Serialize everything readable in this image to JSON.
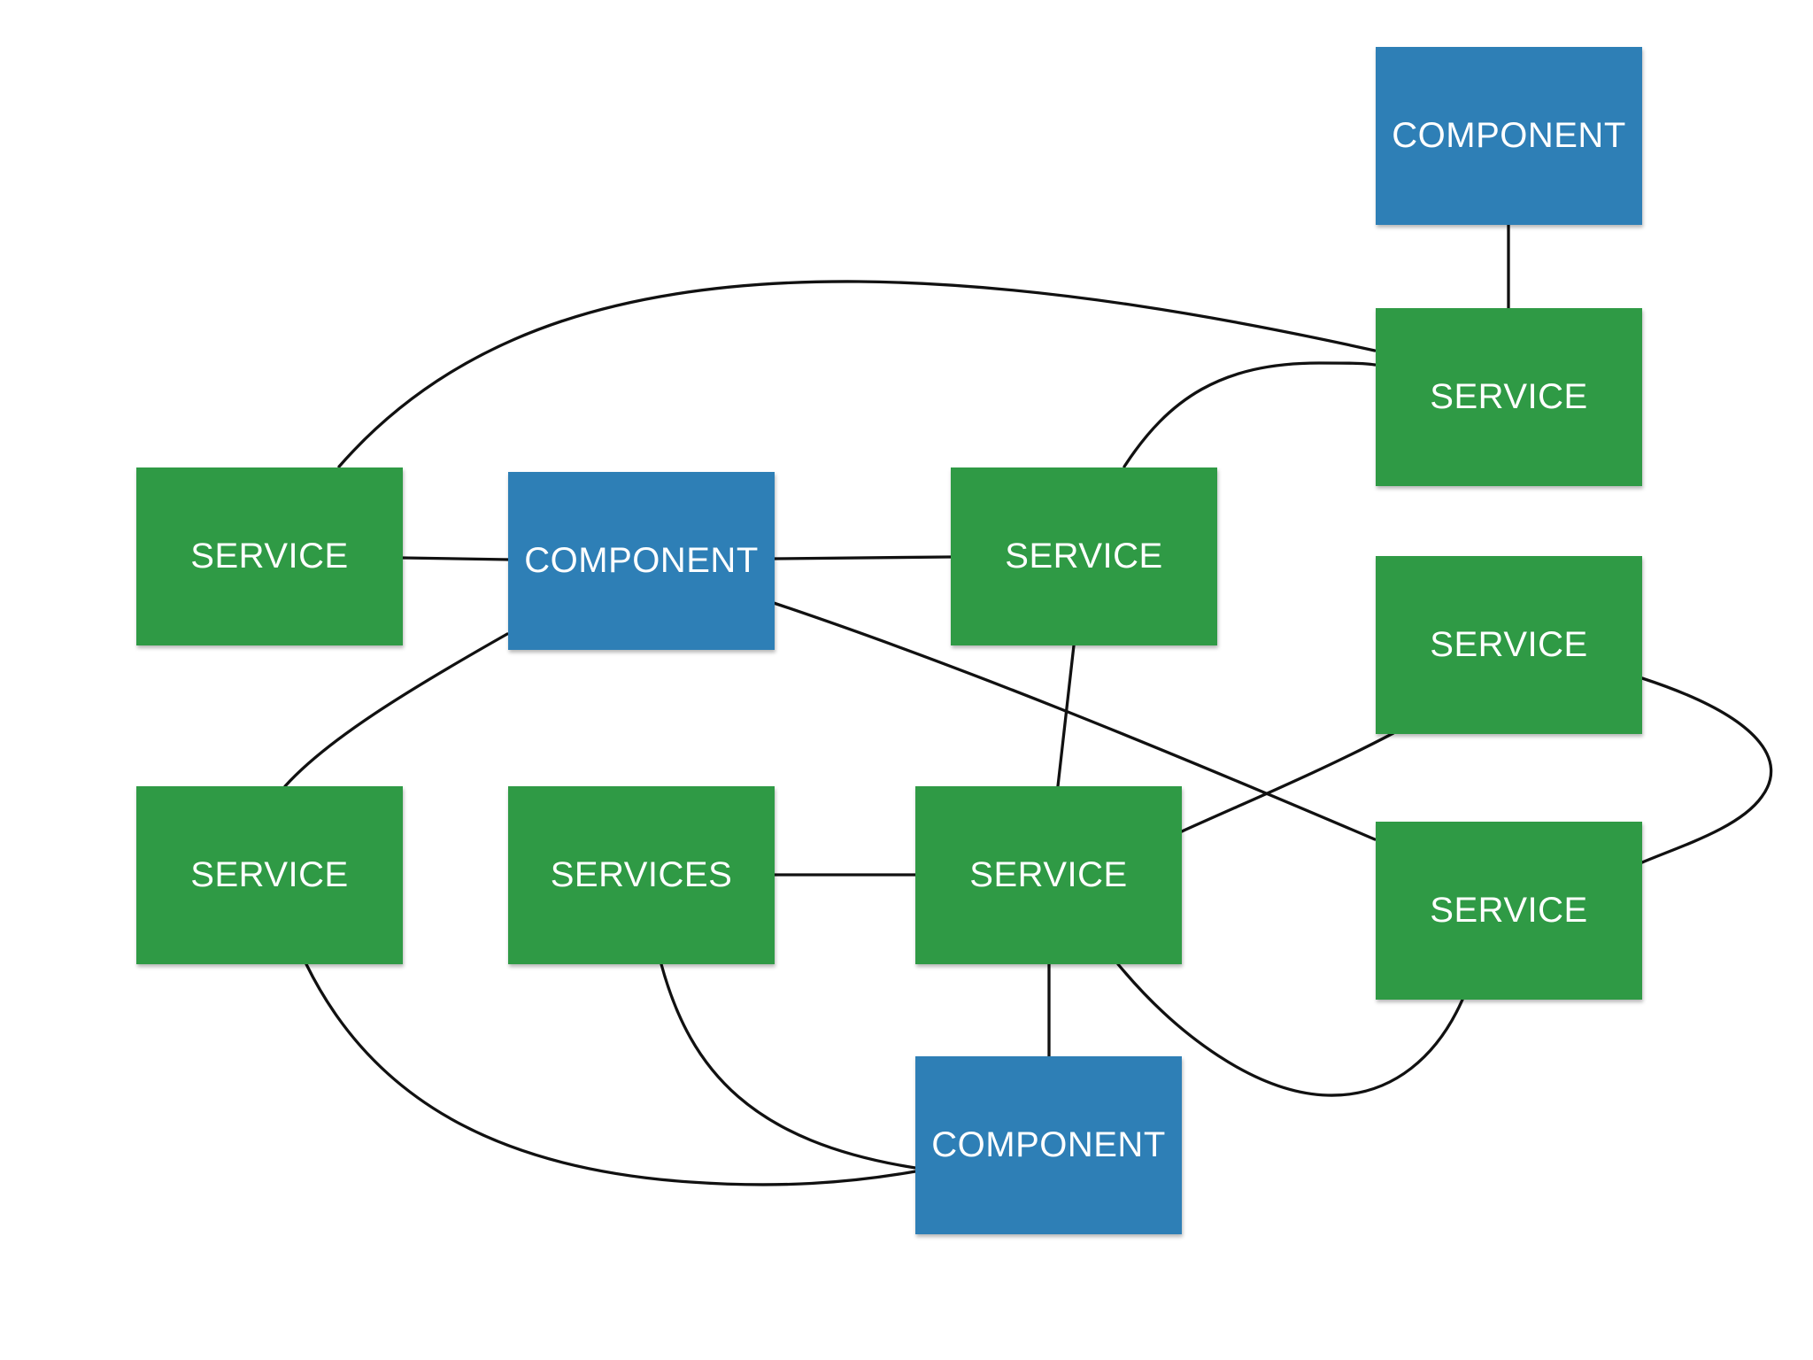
{
  "colors": {
    "service": "#2f9a45",
    "component": "#2e7fb6",
    "line": "#111111"
  },
  "nodes": {
    "component_top_right": "COMPONENT",
    "service_right_top": "SERVICE",
    "service_left_middle": "SERVICE",
    "component_center": "COMPONENT",
    "service_center_top": "SERVICE",
    "service_right_middle": "SERVICE",
    "service_left_bottom": "SERVICE",
    "services_center": "SERVICES",
    "service_center_bottom": "SERVICE",
    "service_right_bottom": "SERVICE",
    "component_bottom": "COMPONENT"
  }
}
